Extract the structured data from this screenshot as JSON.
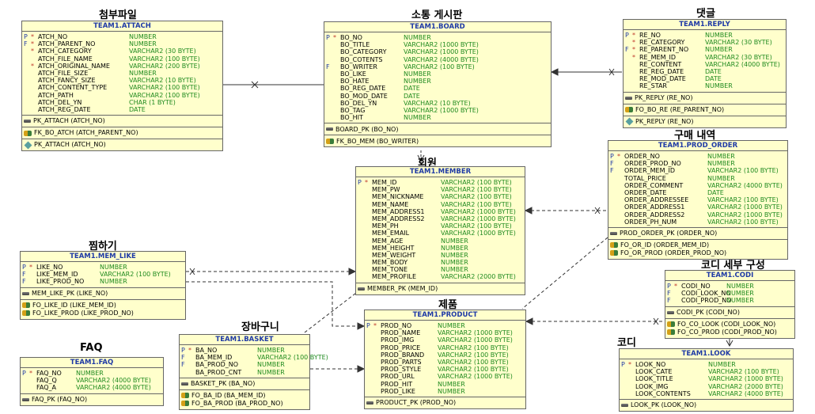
{
  "tables": [
    {
      "id": "attach",
      "caption": "첨부파일",
      "name": "TEAM1.ATTACH",
      "columns": [
        {
          "key": "P",
          "req": true,
          "name": "ATCH_NO",
          "type": "NUMBER"
        },
        {
          "key": "F",
          "req": true,
          "name": "ATCH_PARENT_NO",
          "type": "NUMBER"
        },
        {
          "key": "",
          "req": true,
          "name": "ATCH_CATEGORY",
          "type": "VARCHAR2 (30 BYTE)"
        },
        {
          "key": "",
          "req": false,
          "name": "ATCH_FILE_NAME",
          "type": "VARCHAR2 (100 BYTE)"
        },
        {
          "key": "",
          "req": true,
          "name": "ATCH_ORIGINAL_NAME",
          "type": "VARCHAR2 (200 BYTE)"
        },
        {
          "key": "",
          "req": false,
          "name": "ATCH_FILE_SIZE",
          "type": "NUMBER"
        },
        {
          "key": "",
          "req": false,
          "name": "ATCH_FANCY_SIZE",
          "type": "VARCHAR2 (10 BYTE)"
        },
        {
          "key": "",
          "req": false,
          "name": "ATCH_CONTENT_TYPE",
          "type": "VARCHAR2 (100 BYTE)"
        },
        {
          "key": "",
          "req": false,
          "name": "ATCH_PATH",
          "type": "VARCHAR2 (100 BYTE)"
        },
        {
          "key": "",
          "req": false,
          "name": "ATCH_DEL_YN",
          "type": "CHAR (1 BYTE)"
        },
        {
          "key": "",
          "req": false,
          "name": "ATCH_REG_DATE",
          "type": "DATE"
        }
      ],
      "sections": [
        [
          {
            "icon": "pk",
            "text": "PK_ATTACH (ATCH_NO)"
          }
        ],
        [
          {
            "icon": "fk",
            "text": "FK_BO_ATCH (ATCH_PARENT_NO)"
          }
        ],
        [
          {
            "icon": "uk",
            "text": "PK_ATTACH (ATCH_NO)"
          }
        ]
      ]
    },
    {
      "id": "board",
      "caption": "소통 게시판",
      "name": "TEAM1.BOARD",
      "columns": [
        {
          "key": "P",
          "req": true,
          "name": "BO_NO",
          "type": "NUMBER"
        },
        {
          "key": "",
          "req": false,
          "name": "BO_TITLE",
          "type": "VARCHAR2 (1000 BYTE)"
        },
        {
          "key": "",
          "req": false,
          "name": "BO_CATEGORY",
          "type": "VARCHAR2 (1000 BYTE)"
        },
        {
          "key": "",
          "req": false,
          "name": "BO_COTENTS",
          "type": "VARCHAR2 (4000 BYTE)"
        },
        {
          "key": "F",
          "req": false,
          "name": "BO_WRITER",
          "type": "VARCHAR2 (100 BYTE)"
        },
        {
          "key": "",
          "req": false,
          "name": "BO_LIKE",
          "type": "NUMBER"
        },
        {
          "key": "",
          "req": false,
          "name": "BO_HATE",
          "type": "NUMBER"
        },
        {
          "key": "",
          "req": false,
          "name": "BO_REG_DATE",
          "type": "DATE"
        },
        {
          "key": "",
          "req": false,
          "name": "BO_MOD_DATE",
          "type": "DATE"
        },
        {
          "key": "",
          "req": false,
          "name": "BO_DEL_YN",
          "type": "VARCHAR2 (10 BYTE)"
        },
        {
          "key": "",
          "req": false,
          "name": "BO_TAG",
          "type": "VARCHAR2 (1000 BYTE)"
        },
        {
          "key": "",
          "req": false,
          "name": "BO_HIT",
          "type": "NUMBER"
        }
      ],
      "sections": [
        [
          {
            "icon": "pk",
            "text": "BOARD_PK (BO_NO)"
          }
        ],
        [
          {
            "icon": "fk",
            "text": "FK_BO_MEM (BO_WRITER)"
          }
        ]
      ]
    },
    {
      "id": "reply",
      "caption": "댓글",
      "name": "TEAM1.REPLY",
      "columns": [
        {
          "key": "P",
          "req": true,
          "name": "RE_NO",
          "type": "NUMBER"
        },
        {
          "key": "",
          "req": true,
          "name": "RE_CATEGORY",
          "type": "VARCHAR2 (30 BYTE)"
        },
        {
          "key": "F",
          "req": true,
          "name": "RE_PARENT_NO",
          "type": "NUMBER"
        },
        {
          "key": "",
          "req": true,
          "name": "RE_MEM_ID",
          "type": "VARCHAR2 (30 BYTE)"
        },
        {
          "key": "",
          "req": false,
          "name": "RE_CONTENT",
          "type": "VARCHAR2 (4000 BYTE)"
        },
        {
          "key": "",
          "req": false,
          "name": "RE_REG_DATE",
          "type": "DATE"
        },
        {
          "key": "",
          "req": false,
          "name": "RE_MOD_DATE",
          "type": "DATE"
        },
        {
          "key": "",
          "req": false,
          "name": "RE_STAR",
          "type": "NUMBER"
        }
      ],
      "sections": [
        [
          {
            "icon": "pk",
            "text": "PK_REPLY (RE_NO)"
          }
        ],
        [
          {
            "icon": "fk",
            "text": "FO_BO_RE (RE_PARENT_NO)"
          }
        ],
        [
          {
            "icon": "uk",
            "text": "PK_REPLY (RE_NO)"
          }
        ]
      ]
    },
    {
      "id": "member",
      "caption": "회원",
      "name": "TEAM1.MEMBER",
      "columns": [
        {
          "key": "P",
          "req": true,
          "name": "MEM_ID",
          "type": "VARCHAR2 (100 BYTE)"
        },
        {
          "key": "",
          "req": false,
          "name": "MEM_PW",
          "type": "VARCHAR2 (100 BYTE)"
        },
        {
          "key": "",
          "req": false,
          "name": "MEM_NICKNAME",
          "type": "VARCHAR2 (100 BYTE)"
        },
        {
          "key": "",
          "req": false,
          "name": "MEM_NAME",
          "type": "VARCHAR2 (100 BYTE)"
        },
        {
          "key": "",
          "req": false,
          "name": "MEM_ADDRESS1",
          "type": "VARCHAR2 (1000 BYTE)"
        },
        {
          "key": "",
          "req": false,
          "name": "MEM_ADDRESS2",
          "type": "VARCHAR2 (1000 BYTE)"
        },
        {
          "key": "",
          "req": false,
          "name": "MEM_PH",
          "type": "VARCHAR2 (100 BYTE)"
        },
        {
          "key": "",
          "req": false,
          "name": "MEM_EMAIL",
          "type": "VARCHAR2 (1000 BYTE)"
        },
        {
          "key": "",
          "req": false,
          "name": "MEM_AGE",
          "type": "NUMBER"
        },
        {
          "key": "",
          "req": false,
          "name": "MEM_HEIGHT",
          "type": "NUMBER"
        },
        {
          "key": "",
          "req": false,
          "name": "MEM_WEIGHT",
          "type": "NUMBER"
        },
        {
          "key": "",
          "req": false,
          "name": "MEM_BODY",
          "type": "NUMBER"
        },
        {
          "key": "",
          "req": false,
          "name": "MEM_TONE",
          "type": "NUMBER"
        },
        {
          "key": "",
          "req": false,
          "name": "MEM_PROFILE",
          "type": "VARCHAR2 (2000 BYTE)"
        }
      ],
      "sections": [
        [
          {
            "icon": "pk",
            "text": "MEMBER_PK (MEM_ID)"
          }
        ]
      ]
    },
    {
      "id": "prod_order",
      "caption": "구매 내역",
      "name": "TEAM1.PROD_ORDER",
      "columns": [
        {
          "key": "P",
          "req": true,
          "name": "ORDER_NO",
          "type": "NUMBER"
        },
        {
          "key": "F",
          "req": false,
          "name": "ORDER_PROD_NO",
          "type": "NUMBER"
        },
        {
          "key": "F",
          "req": false,
          "name": "ORDER_MEM_ID",
          "type": "VARCHAR2 (100 BYTE)"
        },
        {
          "key": "",
          "req": false,
          "name": "TOTAL_PRICE",
          "type": "NUMBER"
        },
        {
          "key": "",
          "req": false,
          "name": "ORDER_COMMENT",
          "type": "VARCHAR2 (4000 BYTE)"
        },
        {
          "key": "",
          "req": false,
          "name": "ORDER_DATE",
          "type": "DATE"
        },
        {
          "key": "",
          "req": false,
          "name": "ORDER_ADDRESSEE",
          "type": "VARCHAR2 (100 BYTE)"
        },
        {
          "key": "",
          "req": false,
          "name": "ORDER_ADDRESS1",
          "type": "VARCHAR2 (1000 BYTE)"
        },
        {
          "key": "",
          "req": false,
          "name": "ORDER_ADDRESS2",
          "type": "VARCHAR2 (1000 BYTE)"
        },
        {
          "key": "",
          "req": false,
          "name": "ORDER_PH_NUM",
          "type": "VARCHAR2 (100 BYTE)"
        }
      ],
      "sections": [
        [
          {
            "icon": "pk",
            "text": "PROD_ORDER_PK (ORDER_NO)"
          }
        ],
        [
          {
            "icon": "fk",
            "text": "FO_OR_ID (ORDER_MEM_ID)"
          },
          {
            "icon": "fk",
            "text": "FO_OR_PROD (ORDER_PROD_NO)"
          }
        ]
      ]
    },
    {
      "id": "mem_like",
      "caption": "찜하기",
      "name": "TEAM1.MEM_LIKE",
      "columns": [
        {
          "key": "P",
          "req": true,
          "name": "LIKE_NO",
          "type": "NUMBER"
        },
        {
          "key": "F",
          "req": false,
          "name": "LIKE_MEM_ID",
          "type": "VARCHAR2 (100 BYTE)"
        },
        {
          "key": "F",
          "req": false,
          "name": "LIKE_PROD_NO",
          "type": "NUMBER"
        }
      ],
      "sections": [
        [
          {
            "icon": "pk",
            "text": "MEM_LIKE_PK (LIKE_NO)"
          }
        ],
        [
          {
            "icon": "fk",
            "text": "FO_LIKE_ID (LIKE_MEM_ID)"
          },
          {
            "icon": "fk",
            "text": "FO_LIKE_PROD (LIKE_PROD_NO)"
          }
        ]
      ]
    },
    {
      "id": "codi",
      "caption": "코디 세부 구성",
      "name": "TEAM1.CODI",
      "columns": [
        {
          "key": "P",
          "req": true,
          "name": "CODI_NO",
          "type": "NUMBER"
        },
        {
          "key": "F",
          "req": false,
          "name": "CODI_LOOK_NO",
          "type": "NUMBER"
        },
        {
          "key": "F",
          "req": false,
          "name": "CODI_PROD_NO",
          "type": "NUMBER"
        }
      ],
      "sections": [
        [
          {
            "icon": "pk",
            "text": "CODI_PK (CODI_NO)"
          }
        ],
        [
          {
            "icon": "fk",
            "text": "FO_CO_LOOK (CODI_LOOK_NO)"
          },
          {
            "icon": "fk",
            "text": "FO_CO_PROD (CODI_PROD_NO)"
          }
        ]
      ]
    },
    {
      "id": "product",
      "caption": "제품",
      "name": "TEAM1.PRODUCT",
      "columns": [
        {
          "key": "P",
          "req": true,
          "name": "PROD_NO",
          "type": "NUMBER"
        },
        {
          "key": "",
          "req": false,
          "name": "PROD_NAME",
          "type": "VARCHAR2 (1000 BYTE)"
        },
        {
          "key": "",
          "req": false,
          "name": "PROD_IMG",
          "type": "VARCHAR2 (1000 BYTE)"
        },
        {
          "key": "",
          "req": false,
          "name": "PROD_PRICE",
          "type": "VARCHAR2 (100 BYTE)"
        },
        {
          "key": "",
          "req": false,
          "name": "PROD_BRAND",
          "type": "VARCHAR2 (100 BYTE)"
        },
        {
          "key": "",
          "req": false,
          "name": "PROD_PARTS",
          "type": "VARCHAR2 (100 BYTE)"
        },
        {
          "key": "",
          "req": false,
          "name": "PROD_STYLE",
          "type": "VARCHAR2 (100 BYTE)"
        },
        {
          "key": "",
          "req": false,
          "name": "PROD_URL",
          "type": "VARCHAR2 (1000 BYTE)"
        },
        {
          "key": "",
          "req": false,
          "name": "PROD_HIT",
          "type": "NUMBER"
        },
        {
          "key": "",
          "req": false,
          "name": "PROD_LIKE",
          "type": "NUMBER"
        }
      ],
      "sections": [
        [
          {
            "icon": "pk",
            "text": "PRODUCT_PK (PROD_NO)"
          }
        ]
      ]
    },
    {
      "id": "basket",
      "caption": "장바구니",
      "name": "TEAM1.BASKET",
      "columns": [
        {
          "key": "P",
          "req": true,
          "name": "BA_NO",
          "type": "NUMBER"
        },
        {
          "key": "F",
          "req": false,
          "name": "BA_MEM_ID",
          "type": "VARCHAR2 (100 BYTE)"
        },
        {
          "key": "F",
          "req": false,
          "name": "BA_PROD_NO",
          "type": "NUMBER"
        },
        {
          "key": "",
          "req": false,
          "name": "BA_PROD_CNT",
          "type": "NUMBER"
        }
      ],
      "sections": [
        [
          {
            "icon": "pk",
            "text": "BASKET_PK (BA_NO)"
          }
        ],
        [
          {
            "icon": "fk",
            "text": "FO_BA_ID (BA_MEM_ID)"
          },
          {
            "icon": "fk",
            "text": "FO_BA_PROD (BA_PROD_NO)"
          }
        ]
      ]
    },
    {
      "id": "faq",
      "caption": "FAQ",
      "name": "TEAM1.FAQ",
      "columns": [
        {
          "key": "P",
          "req": true,
          "name": "FAQ_NO",
          "type": "NUMBER"
        },
        {
          "key": "",
          "req": false,
          "name": "FAQ_Q",
          "type": "VARCHAR2 (4000 BYTE)"
        },
        {
          "key": "",
          "req": false,
          "name": "FAQ_A",
          "type": "VARCHAR2 (4000 BYTE)"
        }
      ],
      "sections": [
        [
          {
            "icon": "pk",
            "text": "FAQ_PK (FAQ_NO)"
          }
        ]
      ]
    },
    {
      "id": "look",
      "caption": "코디",
      "name": "TEAM1.LOOK",
      "columns": [
        {
          "key": "P",
          "req": true,
          "name": "LOOK_NO",
          "type": "NUMBER"
        },
        {
          "key": "",
          "req": false,
          "name": "LOOK_CATE",
          "type": "VARCHAR2 (100 BYTE)"
        },
        {
          "key": "",
          "req": false,
          "name": "LOOK_TITLE",
          "type": "VARCHAR2 (1000 BYTE)"
        },
        {
          "key": "",
          "req": false,
          "name": "LOOK_IMG",
          "type": "VARCHAR2 (2000 BYTE)"
        },
        {
          "key": "",
          "req": false,
          "name": "LOOK_CONTENTS",
          "type": "VARCHAR2 (4000 BYTE)"
        }
      ],
      "sections": [
        [
          {
            "icon": "pk",
            "text": "LOOK_PK (LOOK_NO)"
          }
        ]
      ]
    }
  ],
  "colors": {
    "table_fill": "#ffffcc",
    "header_text": "#1f3aa6",
    "type_text": "#1f8a1f",
    "required_mark": "#c0392b",
    "line": "#333333"
  },
  "icons": {
    "pk": "primary-key-icon",
    "fk": "foreign-key-icon",
    "uk": "unique-key-icon"
  }
}
